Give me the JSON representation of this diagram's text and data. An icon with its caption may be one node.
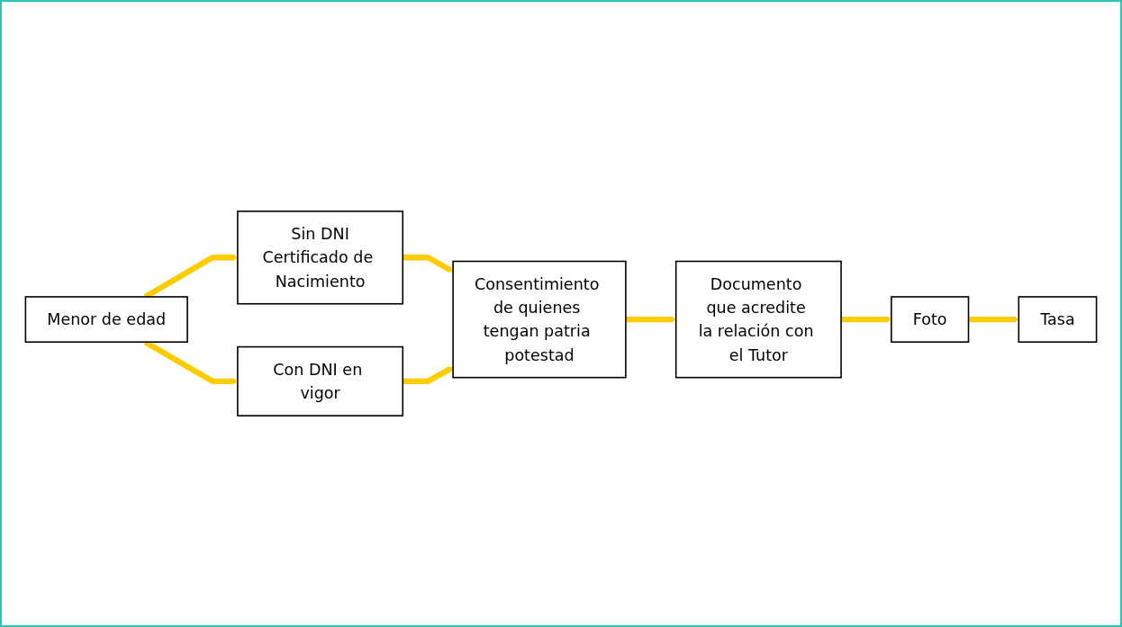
{
  "diagram": {
    "nodes": [
      {
        "text": [
          "Menor de edad"
        ]
      },
      {
        "text": [
          "Sin DNI",
          "Certificado de Nacimiento"
        ]
      },
      {
        "text": [
          "Con DNI en vigor"
        ]
      },
      {
        "text": [
          "Consentimiento de quienes tengan patria potestad"
        ]
      },
      {
        "text": [
          "Documento que acredite la relación con el Tutor"
        ]
      },
      {
        "text": [
          "Foto"
        ]
      },
      {
        "text": [
          "Tasa"
        ]
      }
    ],
    "edges": [
      {
        "from": 0,
        "to": 1,
        "arrow": "to"
      },
      {
        "from": 0,
        "to": 2,
        "arrow": "to"
      },
      {
        "from": 1,
        "to": 3,
        "arrow": "to"
      },
      {
        "from": 2,
        "to": 3,
        "arrow": "to"
      },
      {
        "from": 3,
        "to": 4,
        "arrow": "to"
      },
      {
        "from": 4,
        "to": 5,
        "arrow": "to"
      },
      {
        "from": 5,
        "to": 6,
        "arrow": "to"
      }
    ]
  }
}
